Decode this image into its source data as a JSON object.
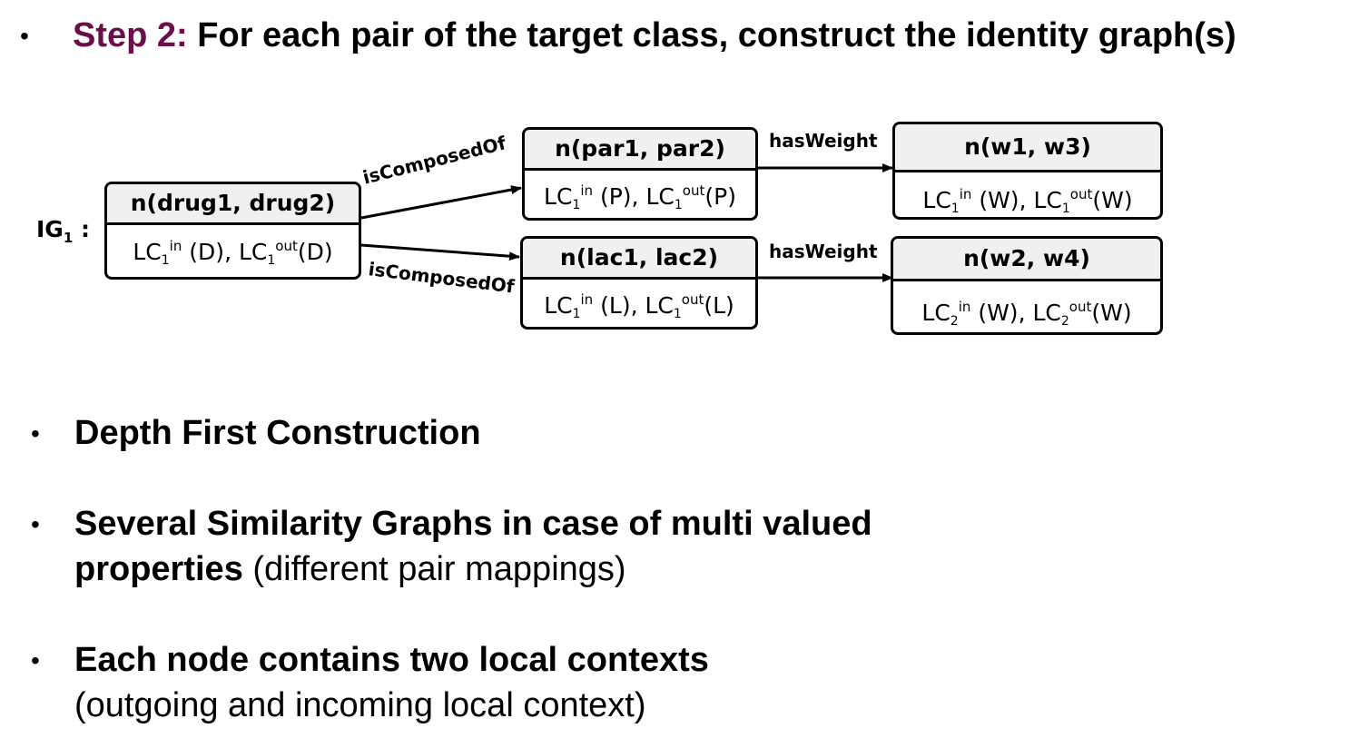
{
  "header": {
    "bullet": "•",
    "step": "Step 2:",
    "text": "For each pair of the target class, construct the identity graph(s)"
  },
  "diagram": {
    "graph_label": "IG",
    "graph_label_sub": "1",
    "graph_label_suffix": " :",
    "nodes": [
      {
        "id": "n1",
        "name": "n(drug1, drug2)",
        "lc_in": "LC",
        "lc_in_sub": "1",
        "lc_in_sup": "in",
        "lc_in_arg": " (D), ",
        "lc_out": "LC",
        "lc_out_sub": "1",
        "lc_out_sup": "out",
        "lc_out_arg": "(D)"
      },
      {
        "id": "n2",
        "name": "n(par1, par2)",
        "lc_in": "LC",
        "lc_in_sub": "1",
        "lc_in_sup": "in",
        "lc_in_arg": " (P), ",
        "lc_out": "LC",
        "lc_out_sub": "1",
        "lc_out_sup": "out",
        "lc_out_arg": "(P)"
      },
      {
        "id": "n3",
        "name": "n(lac1, lac2)",
        "lc_in": "LC",
        "lc_in_sub": "1",
        "lc_in_sup": "in",
        "lc_in_arg": " (L), ",
        "lc_out": "LC",
        "lc_out_sub": "1",
        "lc_out_sup": "out",
        "lc_out_arg": "(L)"
      },
      {
        "id": "n4",
        "name": "n(w1, w3)",
        "lc_in": "LC",
        "lc_in_sub": "1",
        "lc_in_sup": "in",
        "lc_in_arg": " (W), ",
        "lc_out": "LC",
        "lc_out_sub": "1",
        "lc_out_sup": "out",
        "lc_out_arg": "(W)"
      },
      {
        "id": "n5",
        "name": "n(w2, w4)",
        "lc_in": "LC",
        "lc_in_sub": "2",
        "lc_in_sup": "in",
        "lc_in_arg": " (W), ",
        "lc_out": "LC",
        "lc_out_sub": "2",
        "lc_out_sup": "out",
        "lc_out_arg": "(W)"
      }
    ],
    "edges": [
      {
        "from": "n1",
        "to": "n2",
        "label": "isComposedOf"
      },
      {
        "from": "n1",
        "to": "n3",
        "label": "isComposedOf"
      },
      {
        "from": "n2",
        "to": "n4",
        "label": "hasWeight"
      },
      {
        "from": "n3",
        "to": "n5",
        "label": "hasWeight"
      }
    ]
  },
  "bullets": [
    {
      "symbol": "•",
      "bold": "Depth First Construction",
      "normal": "",
      "bold2": "",
      "normal2": ""
    },
    {
      "symbol": "•",
      "bold": "Several Similarity Graphs in case of multi valued",
      "normal": "",
      "bold2": "properties",
      "normal2": " (different pair mappings)"
    },
    {
      "symbol": "•",
      "bold": "Each node contains two local contexts",
      "normal": "",
      "bold2": "",
      "normal2": " (outgoing and incoming local context)"
    }
  ],
  "colors": {
    "step_accent": "#6b0f4a",
    "node_header_bg": "#f0f0f0",
    "line": "#000000"
  }
}
